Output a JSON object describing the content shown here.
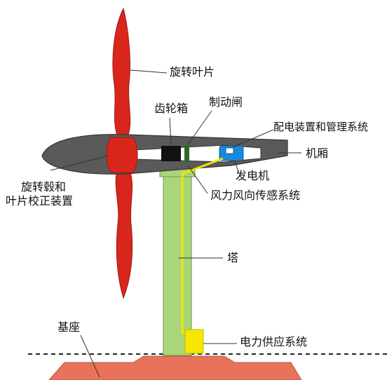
{
  "labels": {
    "blade": "旋转叶片",
    "gearbox": "齿轮箱",
    "brake": "制动闸",
    "controller": "配电装置和管理系统",
    "nacelle": "机厢",
    "generator": "发电机",
    "hub_line1": "旋转毂和",
    "hub_line2": "叶片校正装置",
    "wind_sensor": "风力风向传感系统",
    "tower": "塔",
    "base": "基座",
    "power_supply": "电力供应系统"
  },
  "colors": {
    "blade": "#d9261c",
    "nacelle": "#5a5a5a",
    "tower": "#a9d67a",
    "generator": "#1e88d8",
    "cable": "#f2e600",
    "power_box": "#f7e600",
    "base": "#e8735a",
    "gearbox": "#111111"
  }
}
